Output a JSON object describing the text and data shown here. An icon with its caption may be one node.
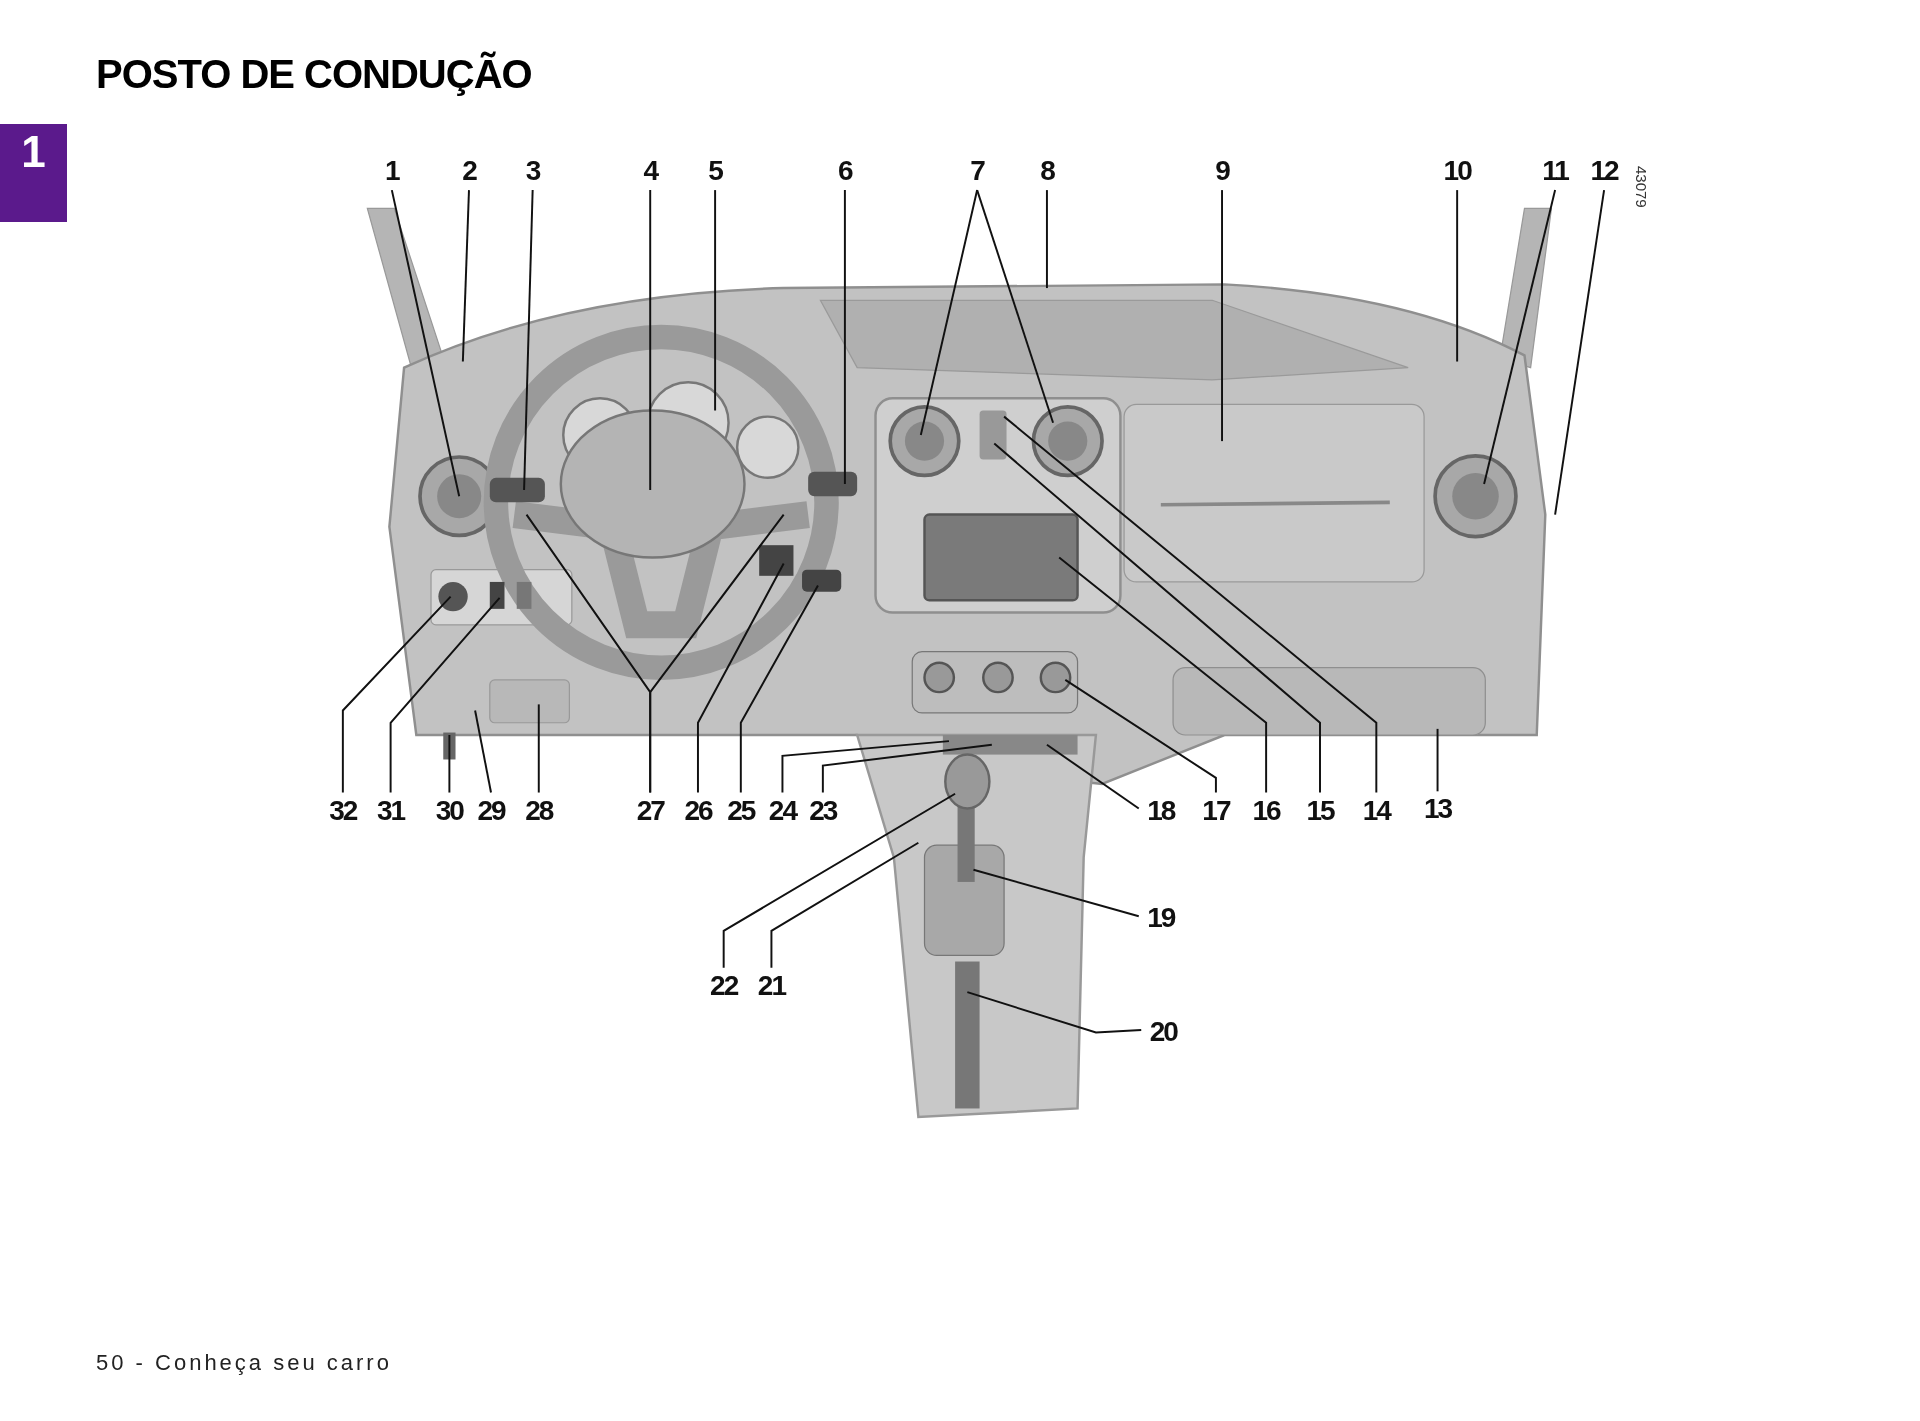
{
  "diagram": {
    "title": "POSTO DE CONDUÇÃO",
    "nodes": [
      {
        "text": [
          "1"
        ]
      },
      {
        "text": [
          "2"
        ]
      },
      {
        "text": [
          "3"
        ]
      },
      {
        "text": [
          "4"
        ]
      },
      {
        "text": [
          "5"
        ]
      },
      {
        "text": [
          "6"
        ]
      },
      {
        "text": [
          "7"
        ]
      },
      {
        "text": [
          "8"
        ]
      },
      {
        "text": [
          "9"
        ]
      },
      {
        "text": [
          "10"
        ]
      },
      {
        "text": [
          "11"
        ]
      },
      {
        "text": [
          "12"
        ]
      },
      {
        "text": [
          "13"
        ]
      },
      {
        "text": [
          "14"
        ]
      },
      {
        "text": [
          "15"
        ]
      },
      {
        "text": [
          "16"
        ]
      },
      {
        "text": [
          "17"
        ]
      },
      {
        "text": [
          "18"
        ]
      },
      {
        "text": [
          "19"
        ]
      },
      {
        "text": [
          "20"
        ]
      },
      {
        "text": [
          "21"
        ]
      },
      {
        "text": [
          "22"
        ]
      },
      {
        "text": [
          "23"
        ]
      },
      {
        "text": [
          "24"
        ]
      },
      {
        "text": [
          "25"
        ]
      },
      {
        "text": [
          "26"
        ]
      },
      {
        "text": [
          "27"
        ]
      },
      {
        "text": [
          "28"
        ]
      },
      {
        "text": [
          "29"
        ]
      },
      {
        "text": [
          "30"
        ]
      },
      {
        "text": [
          "31"
        ]
      },
      {
        "text": [
          "32"
        ]
      }
    ],
    "edges": [
      {
        "from": 0,
        "to": null,
        "arrow": "none"
      },
      {
        "from": 1,
        "to": null,
        "arrow": "none"
      },
      {
        "from": 2,
        "to": null,
        "arrow": "none"
      },
      {
        "from": 3,
        "to": null,
        "arrow": "none"
      },
      {
        "from": 4,
        "to": null,
        "arrow": "none"
      },
      {
        "from": 5,
        "to": null,
        "arrow": "none"
      },
      {
        "from": 6,
        "to": null,
        "arrow": "none"
      },
      {
        "from": 6,
        "to": null,
        "arrow": "none"
      },
      {
        "from": 7,
        "to": null,
        "arrow": "none"
      },
      {
        "from": 8,
        "to": null,
        "arrow": "none"
      },
      {
        "from": 9,
        "to": null,
        "arrow": "none"
      },
      {
        "from": 10,
        "to": null,
        "arrow": "none"
      },
      {
        "from": 11,
        "to": null,
        "arrow": "none"
      },
      {
        "from": 12,
        "to": null,
        "arrow": "none"
      },
      {
        "from": 13,
        "to": null,
        "arrow": "none"
      },
      {
        "from": 14,
        "to": null,
        "arrow": "none"
      },
      {
        "from": 15,
        "to": null,
        "arrow": "none"
      },
      {
        "from": 16,
        "to": null,
        "arrow": "none"
      },
      {
        "from": 17,
        "to": null,
        "arrow": "none"
      },
      {
        "from": 18,
        "to": null,
        "arrow": "none"
      },
      {
        "from": 19,
        "to": null,
        "arrow": "none"
      },
      {
        "from": 20,
        "to": null,
        "arrow": "none"
      },
      {
        "from": 21,
        "to": null,
        "arrow": "none"
      },
      {
        "from": 22,
        "to": null,
        "arrow": "none"
      },
      {
        "from": 23,
        "to": null,
        "arrow": "none"
      },
      {
        "from": 24,
        "to": null,
        "arrow": "none"
      },
      {
        "from": 25,
        "to": null,
        "arrow": "none"
      },
      {
        "from": 26,
        "to": null,
        "arrow": "none"
      },
      {
        "from": 26,
        "to": null,
        "arrow": "none"
      },
      {
        "from": 27,
        "to": null,
        "arrow": "none"
      },
      {
        "from": 28,
        "to": null,
        "arrow": "none"
      },
      {
        "from": 29,
        "to": null,
        "arrow": "none"
      },
      {
        "from": 30,
        "to": null,
        "arrow": "none"
      },
      {
        "from": 31,
        "to": null,
        "arrow": "none"
      }
    ],
    "labels": [
      "1",
      "43079",
      "50 - Conheça seu carro"
    ]
  }
}
